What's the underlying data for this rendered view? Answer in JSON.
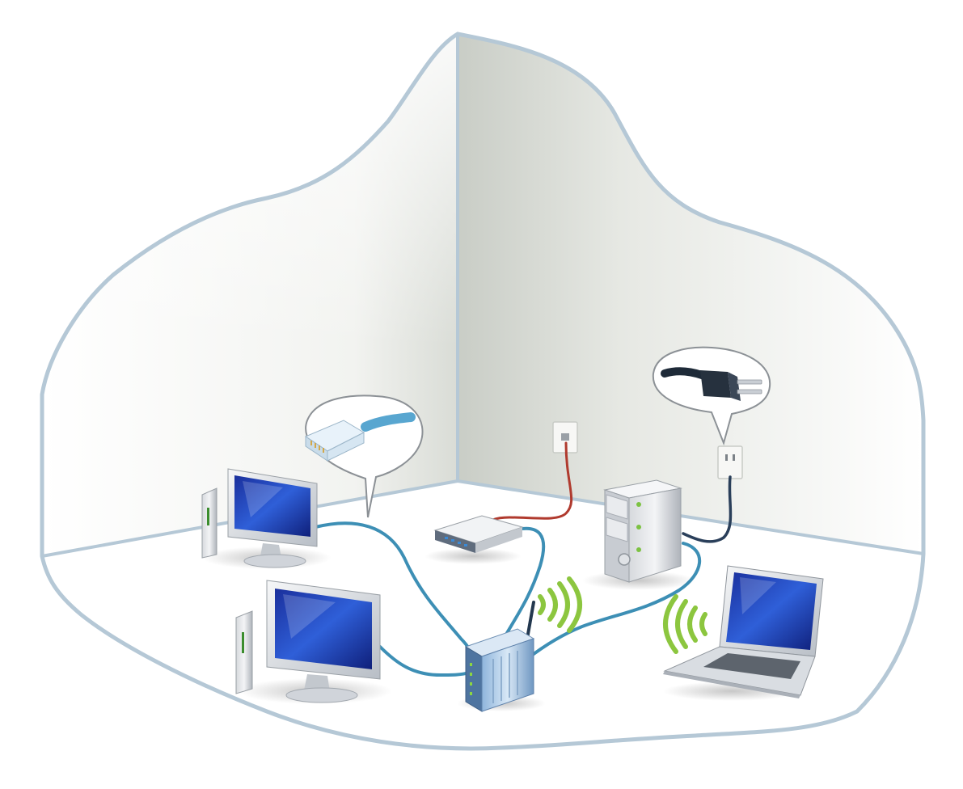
{
  "diagram": {
    "type": "home-network-illustration",
    "nodes": [
      {
        "id": "desktop-1",
        "kind": "desktop-computer",
        "icon": "desktop-monitor-icon"
      },
      {
        "id": "desktop-2",
        "kind": "desktop-computer",
        "icon": "desktop-monitor-icon"
      },
      {
        "id": "tower",
        "kind": "tower-computer",
        "icon": "tower-pc-icon"
      },
      {
        "id": "laptop",
        "kind": "laptop",
        "icon": "laptop-icon"
      },
      {
        "id": "modem",
        "kind": "modem",
        "icon": "modem-icon"
      },
      {
        "id": "router",
        "kind": "wireless-router",
        "icon": "wireless-router-icon"
      },
      {
        "id": "phone-jack",
        "kind": "wall-phone-jack",
        "icon": "wall-jack-icon"
      },
      {
        "id": "power-outlet",
        "kind": "wall-power-outlet",
        "icon": "wall-outlet-icon"
      }
    ],
    "edges": [
      {
        "from": "phone-jack",
        "to": "modem",
        "cable": "phone"
      },
      {
        "from": "modem",
        "to": "router",
        "cable": "ethernet"
      },
      {
        "from": "desktop-1",
        "to": "router",
        "cable": "ethernet"
      },
      {
        "from": "desktop-2",
        "to": "router",
        "cable": "ethernet"
      },
      {
        "from": "tower",
        "to": "router",
        "cable": "ethernet"
      },
      {
        "from": "power-outlet",
        "to": "tower",
        "cable": "power"
      },
      {
        "from": "router",
        "to": "laptop",
        "cable": "wireless"
      }
    ],
    "callouts": [
      {
        "icon": "ethernet-plug-icon",
        "points_to": "desktop-1-cable"
      },
      {
        "icon": "power-plug-icon",
        "points_to": "power-outlet"
      }
    ],
    "colors": {
      "room_outline": "#b5c8d6",
      "ethernet": "#3d8fb5",
      "phone": "#b03a2e",
      "power": "#2a3f5a",
      "wireless": "#8cc63f",
      "screen": "#1d3fae"
    }
  }
}
